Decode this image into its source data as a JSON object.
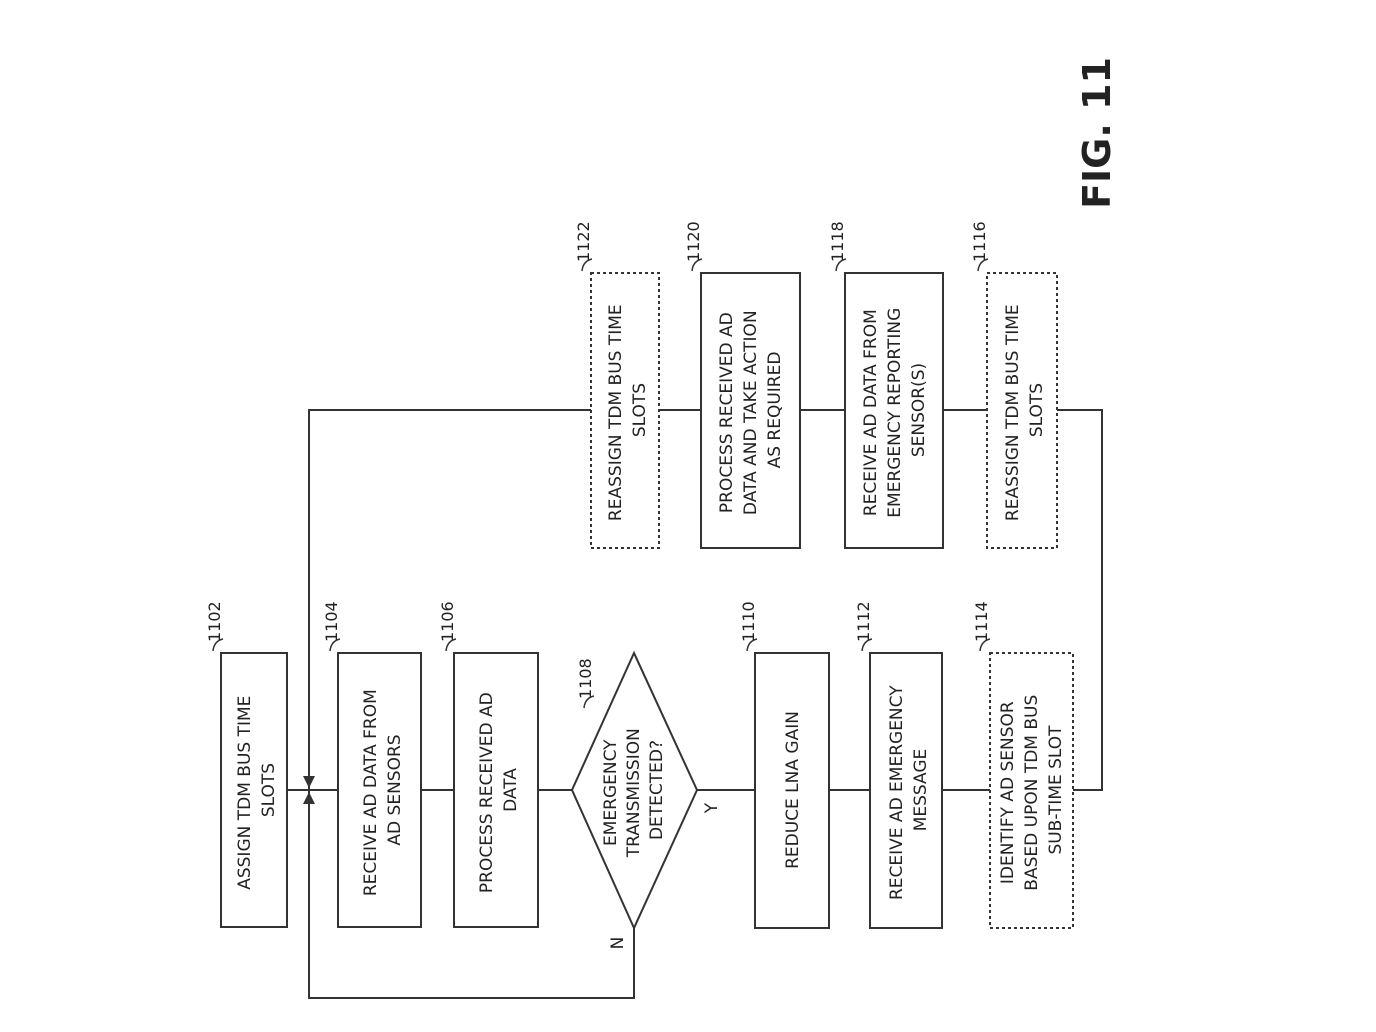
{
  "figure": {
    "label": "FIG. 11"
  },
  "steps": {
    "s1102": {
      "ref": "1102",
      "lines": [
        "ASSIGN TDM BUS TIME",
        "SLOTS"
      ]
    },
    "s1104": {
      "ref": "1104",
      "lines": [
        "RECEIVE AD DATA FROM",
        "AD SENSORS"
      ]
    },
    "s1106": {
      "ref": "1106",
      "lines": [
        "PROCESS RECEIVED AD",
        "DATA"
      ]
    },
    "s1108": {
      "ref": "1108",
      "lines": [
        "EMERGENCY",
        "TRANSMISSION",
        "DETECTED?"
      ]
    },
    "s1110": {
      "ref": "1110",
      "lines": [
        "REDUCE LNA GAIN"
      ]
    },
    "s1112": {
      "ref": "1112",
      "lines": [
        "RECEIVE AD EMERGENCY",
        "MESSAGE"
      ]
    },
    "s1114": {
      "ref": "1114",
      "lines": [
        "IDENTIFY AD SENSOR",
        "BASED UPON TDM BUS",
        "SUB-TIME SLOT"
      ]
    },
    "s1116": {
      "ref": "1116",
      "lines": [
        "REASSIGN TDM BUS TIME",
        "SLOTS"
      ]
    },
    "s1118": {
      "ref": "1118",
      "lines": [
        "RECEIVE AD DATA FROM",
        "EMERGENCY REPORTING",
        "SENSOR(S)"
      ]
    },
    "s1120": {
      "ref": "1120",
      "lines": [
        "PROCESS RECEIVED AD",
        "DATA AND TAKE ACTION",
        "AS REQUIRED"
      ]
    },
    "s1122": {
      "ref": "1122",
      "lines": [
        "REASSIGN TDM BUS TIME",
        "SLOTS"
      ]
    }
  },
  "branches": {
    "yes": "Y",
    "no": "N"
  }
}
